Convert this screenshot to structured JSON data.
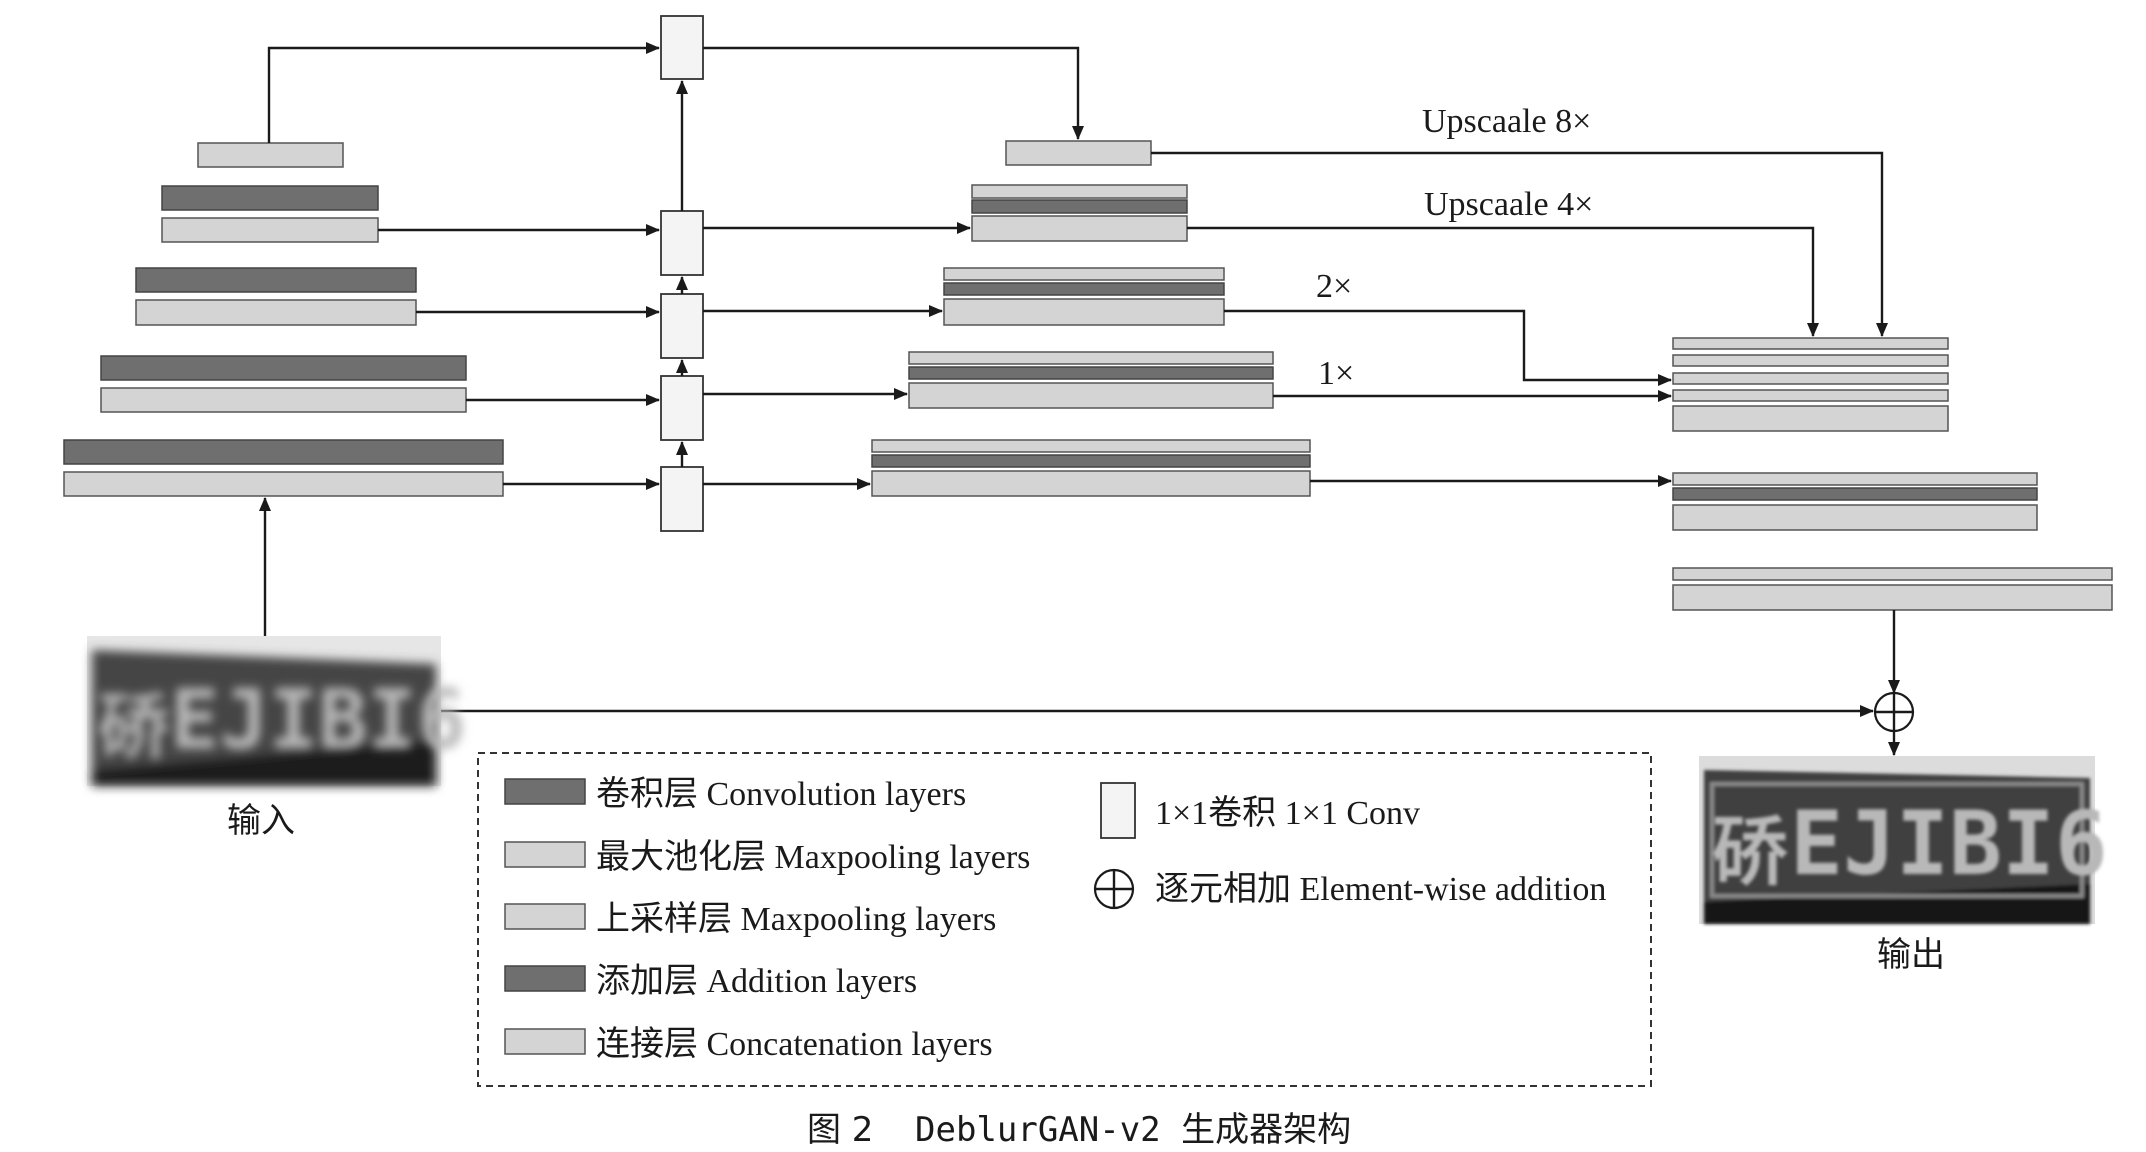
{
  "upsample_labels": {
    "up8": "Upscaale 8×",
    "up4": "Upscaale 4×",
    "up2": "2×",
    "up1": "1×"
  },
  "input_image": {
    "caption": "输入",
    "plate_text": "EJIBI6",
    "plate_prefix": "硚"
  },
  "output_image": {
    "caption": "输出",
    "plate_text": "EJIBI6",
    "plate_prefix": "硚"
  },
  "legend": {
    "convolution": "卷积层 Convolution layers",
    "maxpooling": "最大池化层 Maxpooling layers",
    "upsampling": "上采样层 Maxpooling layers",
    "addition": "添加层 Addition layers",
    "concatenation": "连接层 Concatenation layers",
    "conv1x1": "1×1卷积 1×1 Conv",
    "elementwise": "逐元相加 Element-wise addition"
  },
  "caption": {
    "figure_no": "图 2",
    "title": "DeblurGAN-v2 生成器架构"
  },
  "colors": {
    "dark_layer": "#6f6f6f",
    "light_layer": "#d4d4d4",
    "conv_box": "#f4f4f4",
    "plate_bg": "#3f3f3f",
    "plate_text": "#b8b8b8"
  }
}
